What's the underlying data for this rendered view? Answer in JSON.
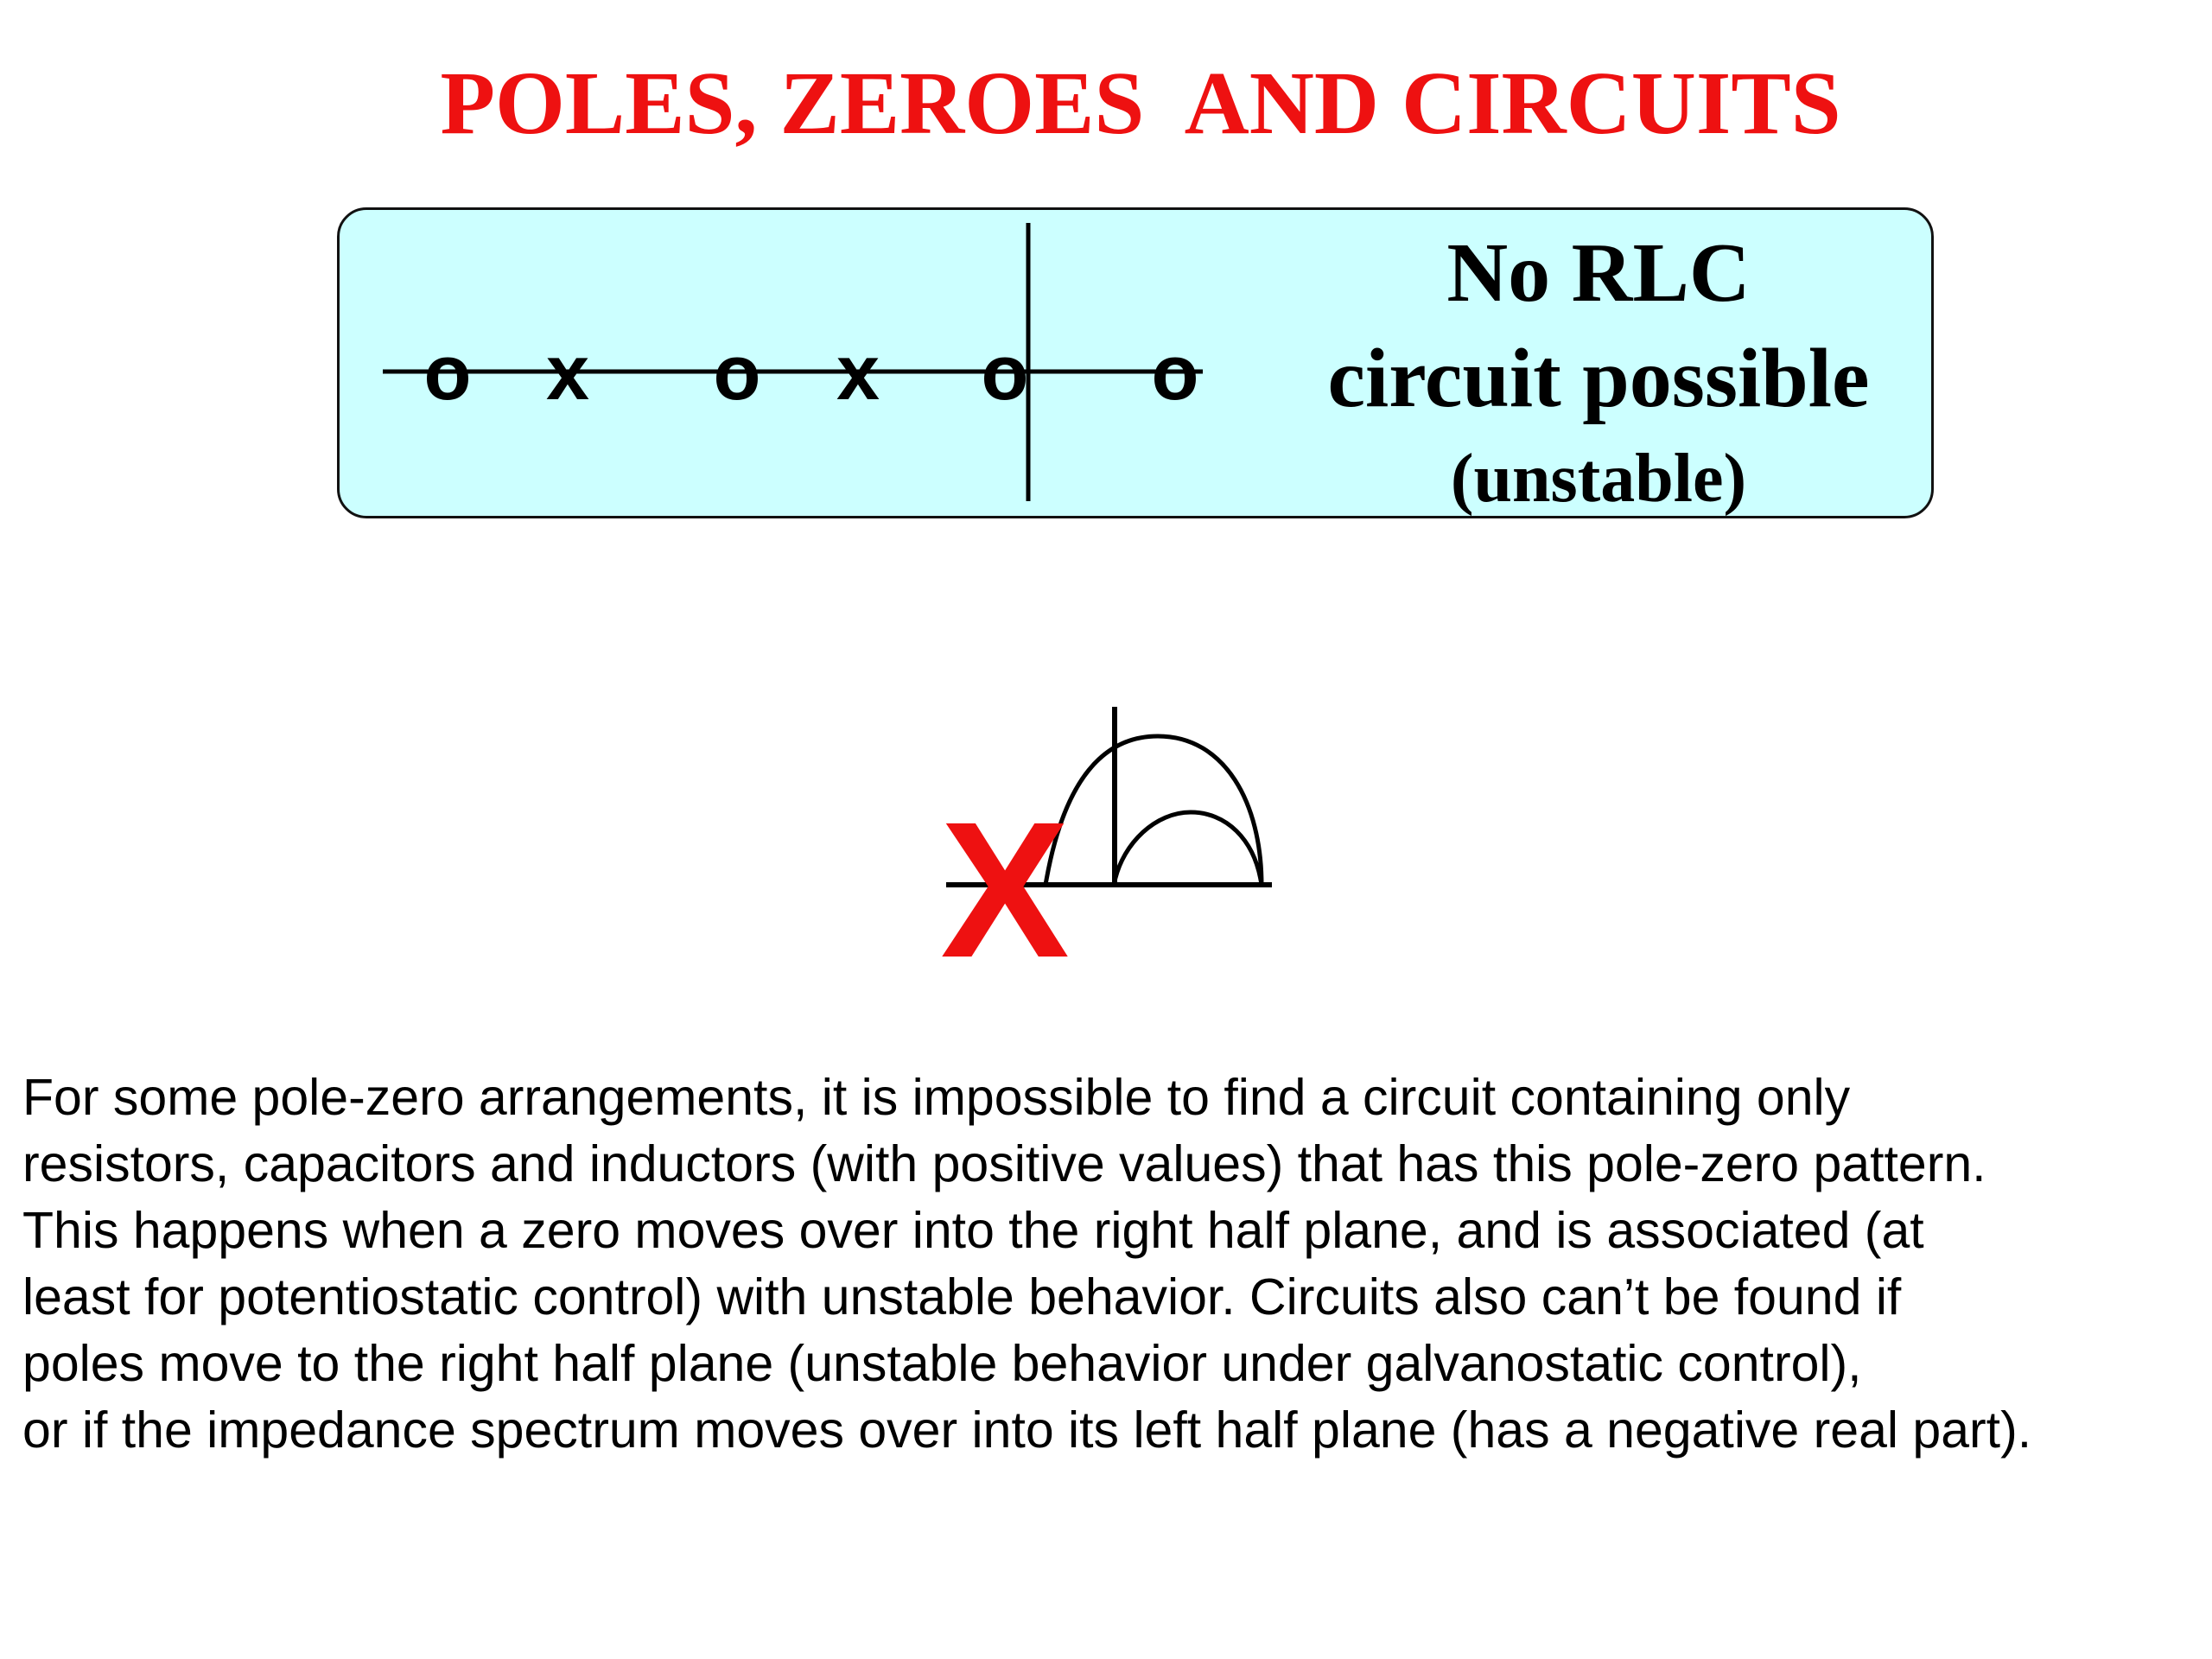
{
  "title": "POLES, ZEROES  AND CIRCUITS",
  "colors": {
    "title": "#ee1111",
    "panel_bg": "#ccffff",
    "reject_mark": "#ee1111"
  },
  "panel": {
    "markers": [
      "o",
      "x",
      "o",
      "x",
      "o",
      "o"
    ],
    "line1": "No RLC",
    "line2": "circuit possible",
    "line3": "(unstable)"
  },
  "reject_mark": "X",
  "body": [
    "For some pole-zero arrangements, it is impossible to find a circuit containing only",
    "resistors, capacitors and inductors (with positive values) that has this pole-zero pattern.",
    "This happens when a zero moves over into the right half plane, and is associated (at",
    "least for potentiostatic control) with unstable behavior. Circuits also can’t be found if",
    "poles move to the right half plane (unstable behavior under galvanostatic control),",
    "or if the impedance spectrum moves over into its left half plane (has a negative real part)."
  ]
}
